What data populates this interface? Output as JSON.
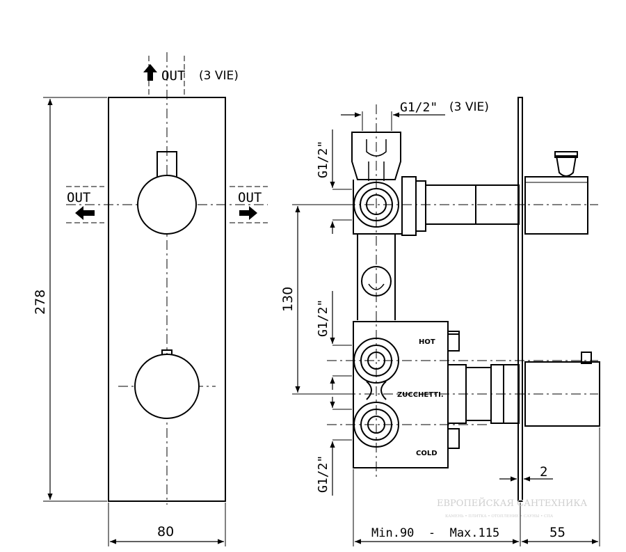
{
  "front_view": {
    "out_top": "OUT",
    "out_top_note": "(3 VIE)",
    "out_left": "OUT",
    "out_right": "OUT",
    "dim_height": "278",
    "dim_width": "80"
  },
  "side_view": {
    "top_thread": "G1/2\"",
    "top_thread_note": "(3 VIE)",
    "thread_upper": "G1/2\"",
    "thread_middle": "G1/2\"",
    "thread_lower": "G1/2\"",
    "dim_spacing": "130",
    "label_hot": "HOT",
    "label_brand": "ZUCCHETTI.",
    "label_cold": "COLD",
    "dim_plate": "2",
    "dim_depth": "Min.90  -  Max.115",
    "dim_projection": "55"
  },
  "watermark": {
    "title": "ЕВРОПЕЙСКАЯ САНТЕХНИКА",
    "subtitle": "КАМЕНЬ • ПЛИТКА • ОТОПЛЕНИЕ • САУНЫ • СПА"
  },
  "colors": {
    "line": "#000000",
    "watermark": "#cfcfcf"
  }
}
